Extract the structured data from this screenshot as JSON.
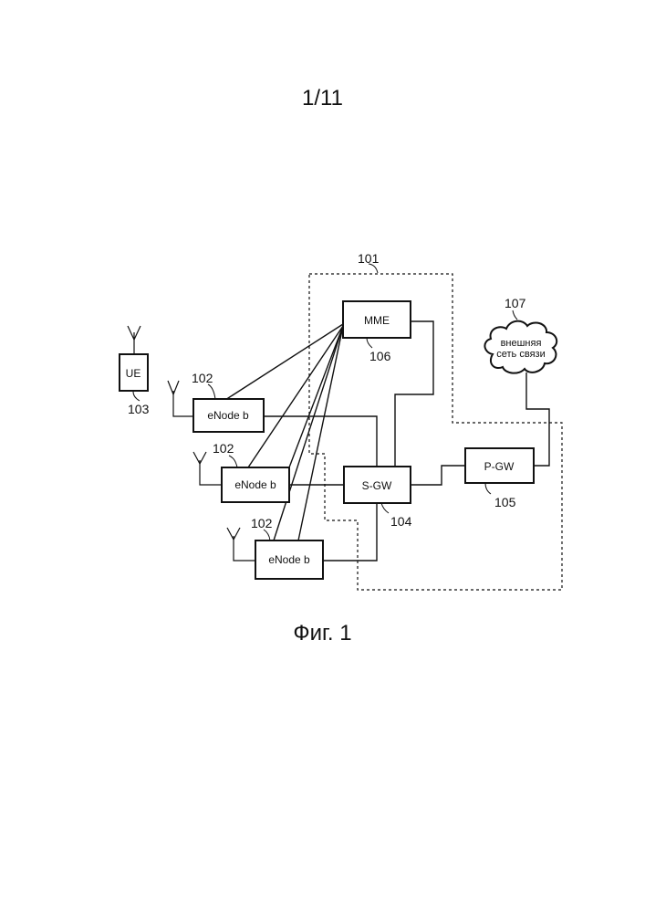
{
  "page_number": "1/11",
  "figure_caption": "Фиг. 1",
  "nodes": {
    "ue": {
      "label": "UE",
      "ref": "103"
    },
    "enb1": {
      "label": "eNode b",
      "ref": "102"
    },
    "enb2": {
      "label": "eNode b",
      "ref": "102"
    },
    "enb3": {
      "label": "eNode b",
      "ref": "102"
    },
    "mme": {
      "label": "MME",
      "ref": "106"
    },
    "sgw": {
      "label": "S-GW",
      "ref": "104"
    },
    "pgw": {
      "label": "P-GW",
      "ref": "105"
    },
    "external": {
      "line1": "внешняя",
      "line2": "сеть связи",
      "ref": "107"
    }
  },
  "core_network_ref": "101"
}
